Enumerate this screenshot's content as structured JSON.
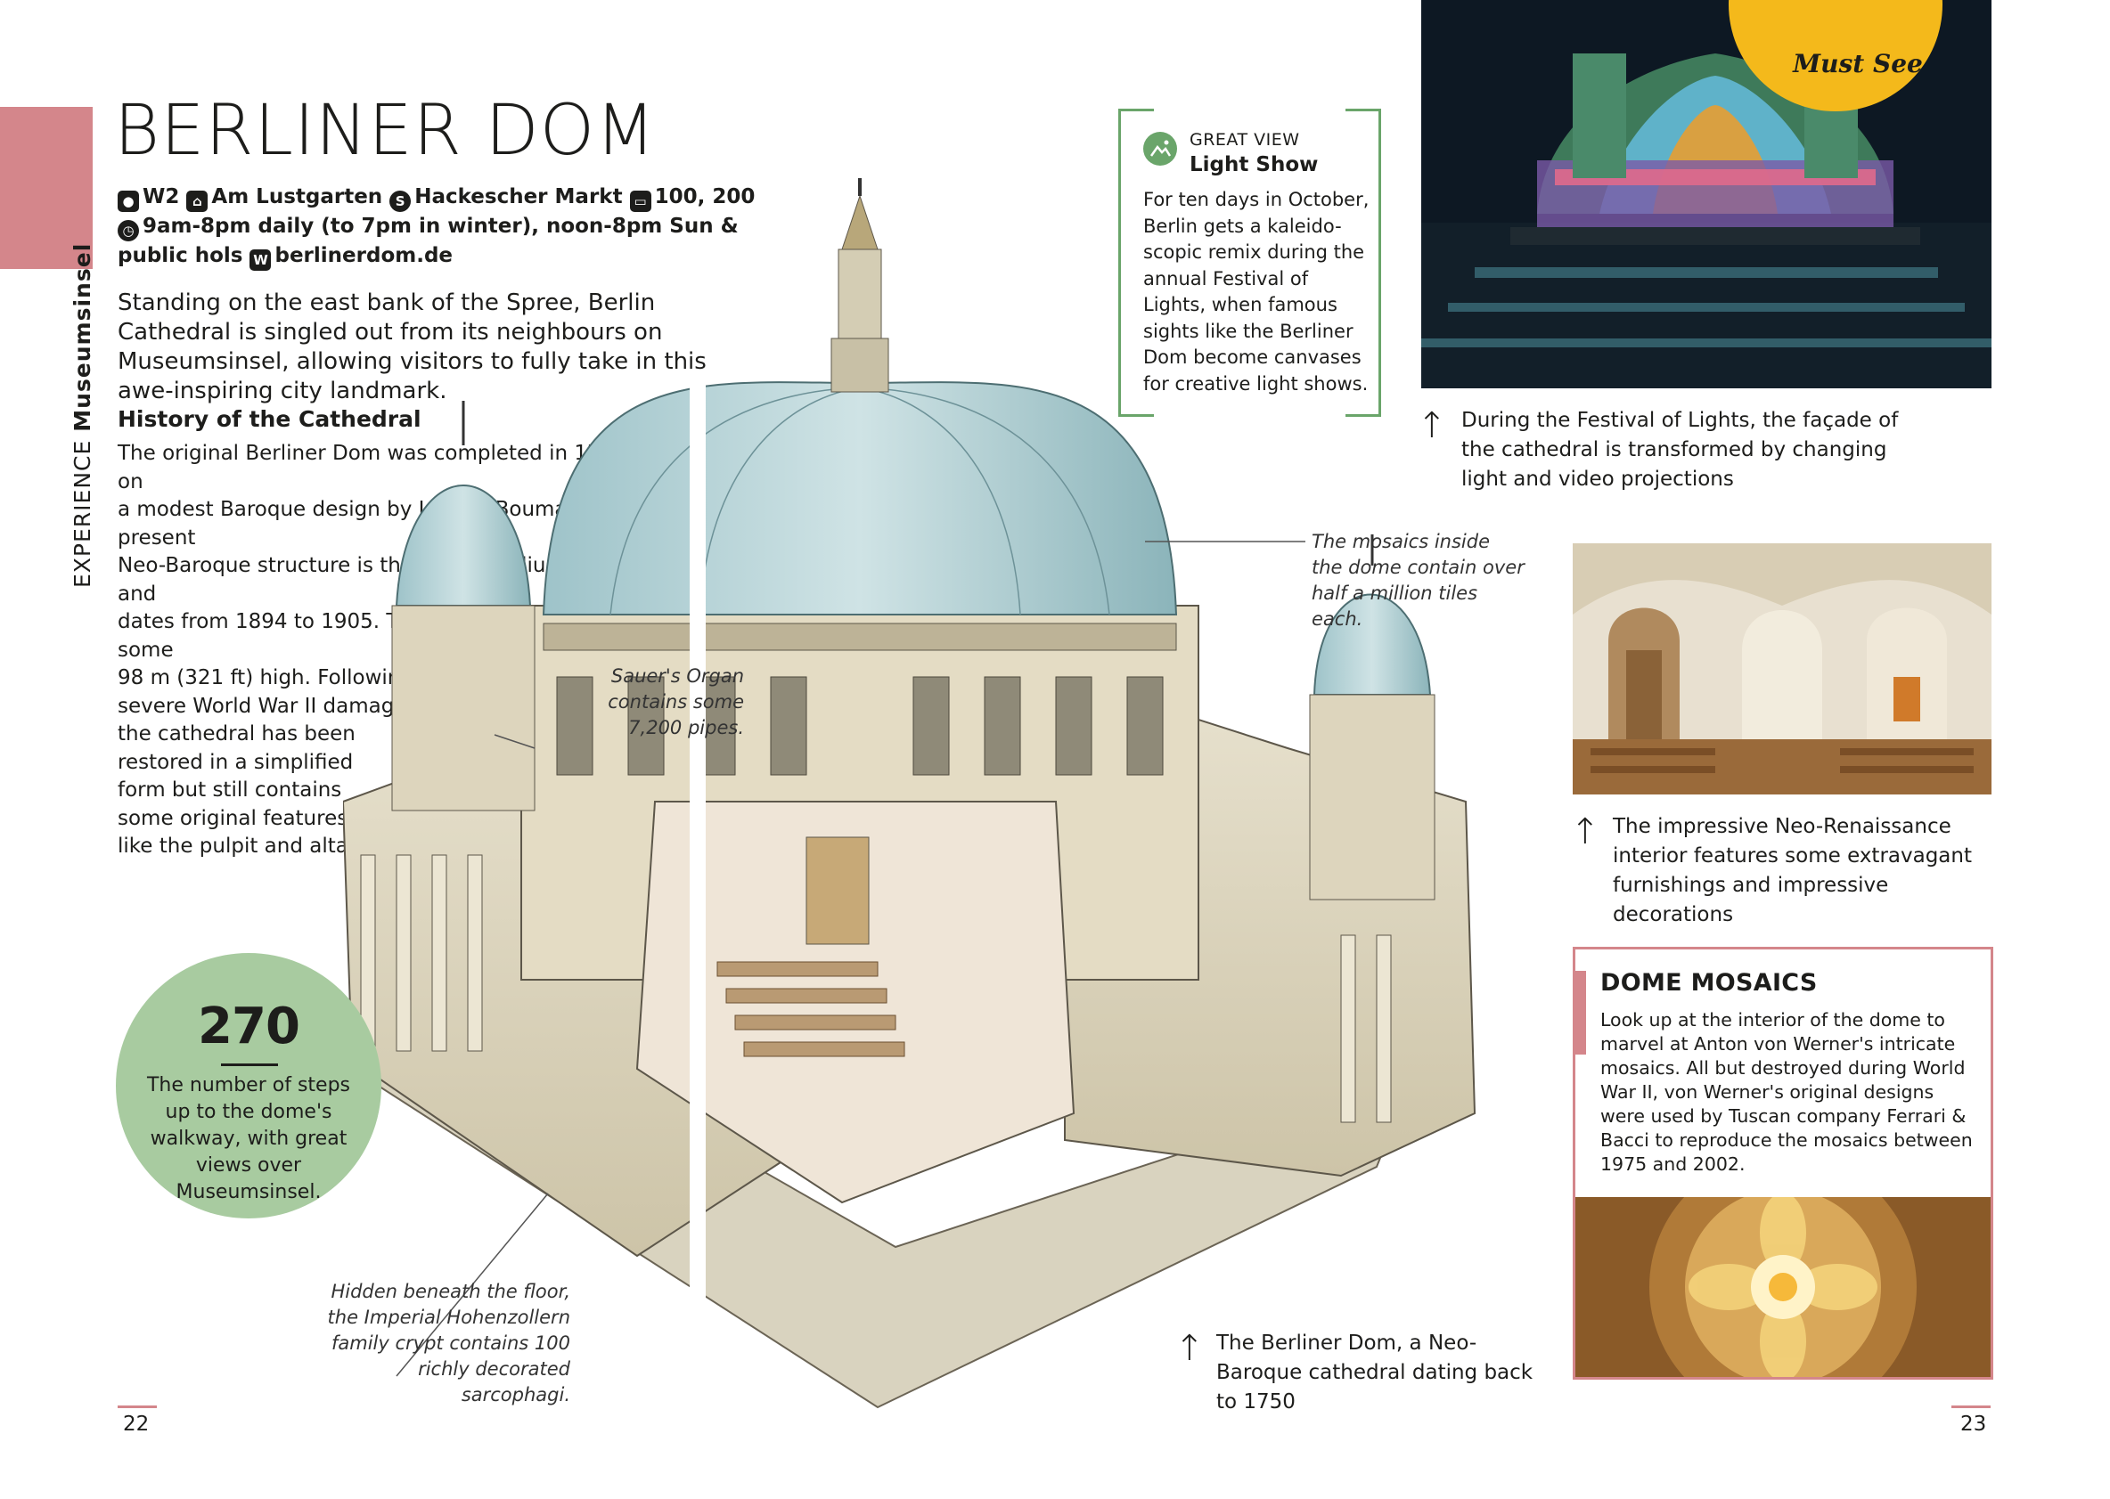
{
  "side_label": {
    "section": "EXPERIENCE",
    "area": "Museumsinsel"
  },
  "title": "BERLINER DOM",
  "info": {
    "grid": "W2",
    "address": "Am Lustgarten",
    "transit": "Hackescher Markt",
    "bus": "100, 200",
    "hours": "9am-8pm daily (to 7pm in winter), noon-8pm Sun & public hols",
    "website": "berlinerdom.de"
  },
  "lead": "Standing on the east bank of the Spree, Berlin Cathedral is singled out from its neighbours on Museumsinsel, allowing visitors to fully take in this awe-inspiring city landmark.",
  "history": {
    "heading": "History of the Cathedral",
    "lines": [
      "The original Berliner Dom was completed in 1750, based on",
      "a modest Baroque design by Johann Boumann. The present",
      "Neo-Baroque structure is the work of Julius Raschdorff and",
      "dates from 1894 to 1905. The central copper dome is some",
      "98 m (321 ft) high. Following",
      "severe World War II damage,",
      "the cathedral has been",
      "restored in a simplified",
      "form but still contains",
      "some original features",
      "like the pulpit and altar."
    ]
  },
  "stat": {
    "number": "270",
    "text": "The number of steps up to the dome's walkway, with great views over Museumsinsel."
  },
  "callouts": {
    "organ": "Sauer's Organ contains some 7,200 pipes.",
    "mosaic": "The mosaics inside the dome contain over half a million tiles each.",
    "crypt": "Hidden beneath the floor, the Imperial Hohenzollern family crypt contains 100 richly decorated sarcophagi."
  },
  "great_view": {
    "kicker": "GREAT VIEW",
    "title": "Light Show",
    "body": "For ten days in October, Berlin gets a kaleido-scopic remix during the annual Festival of Lights, when famous sights like the Berliner Dom become canvases for creative light shows."
  },
  "must_see": "Must See",
  "captions": {
    "festival": "During the Festival of Lights, the façade of the cathedral is transformed by changing light and video projections",
    "interior": "The impressive Neo-Renaissance interior features some extravagant furnishings and impressive decorations",
    "cathedral": "The Berliner Dom, a Neo-Baroque cathedral dating back to 1750"
  },
  "dome_mosaics": {
    "title": "DOME MOSAICS",
    "body": "Look up at the interior of the dome to marvel at Anton von Werner's intricate mosaics. All but destroyed during World War II, von Werner's original designs were used by Tuscan company Ferrari & Bacci to reproduce the mosaics between 1975 and 2002."
  },
  "pages": {
    "left": "22",
    "right": "23"
  },
  "icons": [
    "map-pin-icon",
    "home-icon",
    "s-bahn-icon",
    "bus-icon",
    "clock-icon",
    "web-icon",
    "mountain-view-icon",
    "arrow-up-icon"
  ],
  "colors": {
    "pink": "#d4868b",
    "green": "#a8cba0",
    "gv_green": "#6aa56a",
    "yellow": "#f4b91b"
  }
}
